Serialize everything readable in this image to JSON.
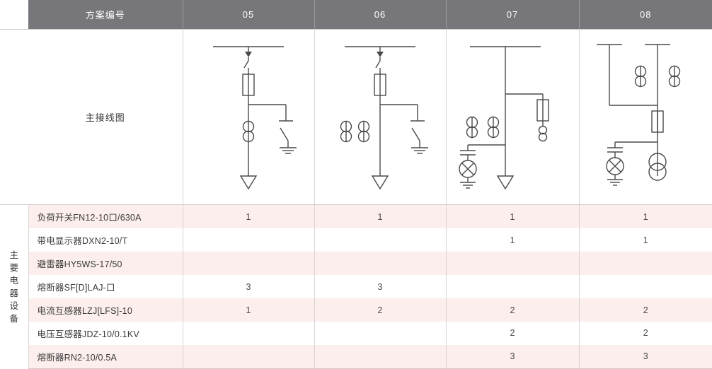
{
  "header": {
    "scheme_label": "方案编号",
    "schemes": [
      "05",
      "06",
      "07",
      "08"
    ]
  },
  "diagram_row": {
    "label": "主接线图"
  },
  "group": {
    "label": "主要电器设备"
  },
  "rows": [
    {
      "name": "负荷开关FN12‑10口/630A",
      "values": [
        "1",
        "1",
        "1",
        "1"
      ]
    },
    {
      "name": "带电显示器DXN2‑10/T",
      "values": [
        "",
        "",
        "1",
        "1"
      ]
    },
    {
      "name": "避雷器HY5WS‑17/50",
      "values": [
        "",
        "",
        "",
        ""
      ]
    },
    {
      "name": "熔断器SF[D]LAJ‑口",
      "values": [
        "3",
        "3",
        "",
        ""
      ]
    },
    {
      "name": "电流互感器LZJ[LFS]‑10",
      "values": [
        "1",
        "2",
        "2",
        "2"
      ]
    },
    {
      "name": "电压互感器JDZ‑10/0.1KV",
      "values": [
        "",
        "",
        "2",
        "2"
      ]
    },
    {
      "name": "熔断器RN2‑10/0.5A",
      "values": [
        "",
        "",
        "3",
        "3"
      ]
    }
  ],
  "colors": {
    "header_bg": "#76767b",
    "stripe_pink": "#fbeeec",
    "stripe_white": "#ffffff",
    "line": "#4a4a4a",
    "border": "#d8d4d4"
  },
  "schematics": {
    "s05": "busbar, load-switch, fuse, current-transformer, cable-terminal, earthing-switch",
    "s06": "busbar, load-switch, fuse, two current-transformers, cable-terminal, earthing-switch",
    "s07": "busbar, branch with fuse, two current-transformers, surge-arrester with capacitor, cable-terminal",
    "s08": "two busbar stubs, two current-transformers, fuse, surge-arrester with capacitor, voltage-transformer"
  }
}
